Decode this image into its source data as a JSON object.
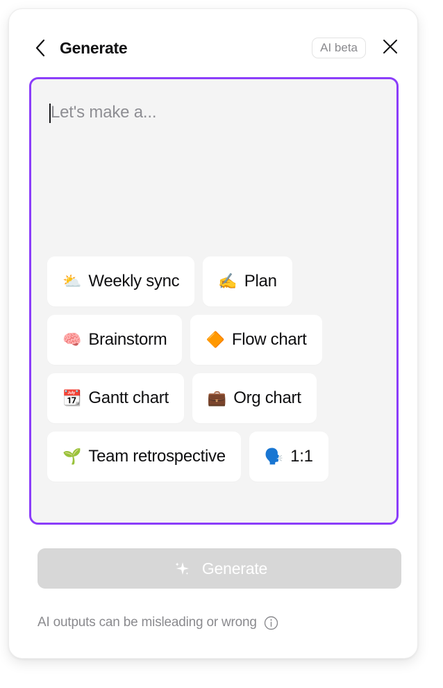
{
  "header": {
    "back_icon": "chevron-left-icon",
    "title": "Generate",
    "badge": "AI beta",
    "close_icon": "close-icon"
  },
  "prompt": {
    "placeholder": "Let's make a...",
    "value": "",
    "border_color": "#8b3dfa",
    "background": "#f4f4f4"
  },
  "suggestions": [
    {
      "emoji": "⛅",
      "icon_name": "sun-behind-cloud-icon",
      "label": "Weekly sync"
    },
    {
      "emoji": "✍️",
      "icon_name": "writing-hand-icon",
      "label": "Plan"
    },
    {
      "emoji": "🧠",
      "icon_name": "brain-icon",
      "label": "Brainstorm"
    },
    {
      "emoji": "🔶",
      "icon_name": "orange-diamond-icon",
      "label": "Flow chart"
    },
    {
      "emoji": "📆",
      "icon_name": "calendar-icon",
      "label": "Gantt chart"
    },
    {
      "emoji": "💼",
      "icon_name": "briefcase-icon",
      "label": "Org chart"
    },
    {
      "emoji": "🌱",
      "icon_name": "seedling-icon",
      "label": "Team retrospective"
    },
    {
      "emoji": "🗣️",
      "icon_name": "speaking-head-icon",
      "label": "1:1"
    }
  ],
  "generate_button": {
    "label": "Generate",
    "icon_name": "sparkle-icon",
    "disabled": true,
    "background": "#d7d7d7"
  },
  "footer": {
    "disclaimer": "AI outputs can be misleading or wrong",
    "info_icon": "info-circle-icon"
  }
}
